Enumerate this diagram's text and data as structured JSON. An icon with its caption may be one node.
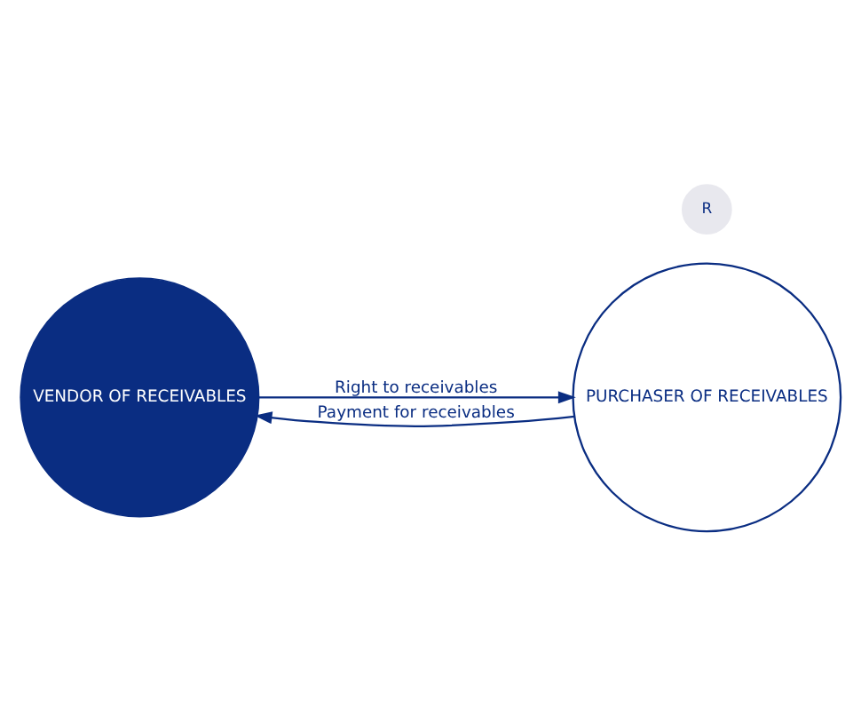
{
  "diagram": {
    "nodes": [
      {
        "text": [
          "VENDOR OF RECEIVABLES"
        ]
      },
      {
        "text": [
          "PURCHASER OF RECEIVABLES"
        ]
      },
      {
        "text": [
          "R"
        ]
      }
    ],
    "edges": [
      {
        "from": 0,
        "to": 1,
        "arrow": "to",
        "label": "Right to receivables"
      },
      {
        "from": 1,
        "to": 0,
        "arrow": "to",
        "label": "Payment for receivables"
      }
    ]
  }
}
